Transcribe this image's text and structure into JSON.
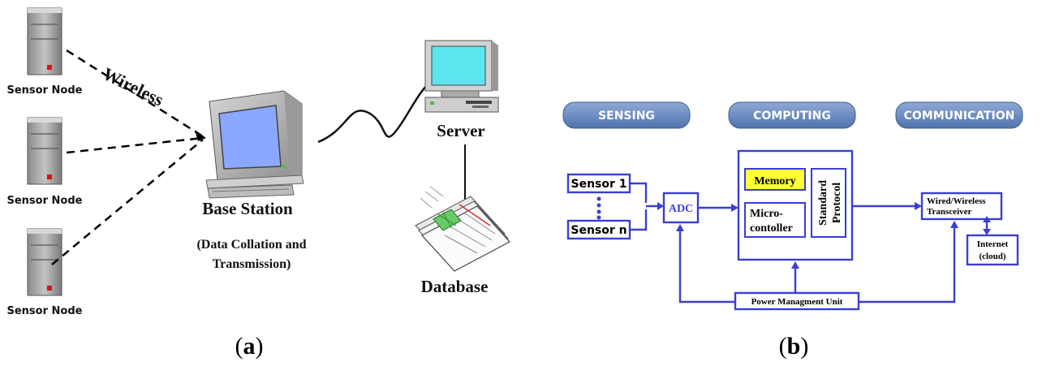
{
  "panel_a": {
    "label": "(a)",
    "label_letter": "a",
    "sensor_nodes": [
      "Sensor Node",
      "Sensor Node",
      "Sensor Node"
    ],
    "wireless_label": "Wireless",
    "base_station": "Base Station",
    "base_station_desc_line1": "(Data Collation and",
    "base_station_desc_line2": "Transmission)",
    "server": "Server",
    "database": "Database"
  },
  "panel_b": {
    "label": "(b)",
    "label_letter": "b",
    "phases": [
      "SENSING",
      "COMPUTING",
      "COMMUNICATION"
    ],
    "sensor_1": "Sensor 1",
    "sensor_n": "Sensor n",
    "adc": "ADC",
    "memory": "Memory",
    "microcontroller_line1": "Micro-",
    "microcontroller_line2": "contoller",
    "protocol_line1": "Standard",
    "protocol_line2": "Protocol",
    "transceiver_line1": "Wired/Wireless",
    "transceiver_line2": "Transceiver",
    "internet_line1": "Internet",
    "internet_line2": "(cloud)",
    "power_unit": "Power Managment Unit"
  },
  "colors": {
    "diagram_blue": "#3a3fd0",
    "phase_fill": "#5b7fb5",
    "memory_fill": "#ffff33",
    "screen_blue": "#8aa8ff",
    "server_screen": "#5ee6f0",
    "led_red": "#e01010"
  }
}
